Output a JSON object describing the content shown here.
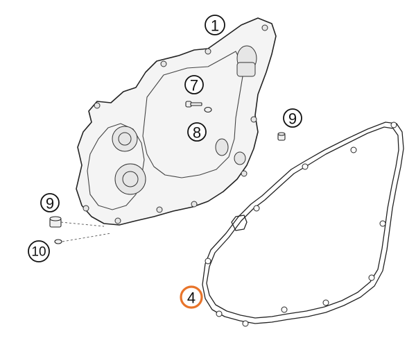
{
  "callouts": [
    {
      "id": "1",
      "label": "1",
      "highlight": false
    },
    {
      "id": "4",
      "label": "4",
      "highlight": true
    },
    {
      "id": "7",
      "label": "7",
      "highlight": false
    },
    {
      "id": "8",
      "label": "8",
      "highlight": false
    },
    {
      "id": "9a",
      "label": "9",
      "highlight": false
    },
    {
      "id": "9b",
      "label": "9",
      "highlight": false
    },
    {
      "id": "10",
      "label": "10",
      "highlight": false
    }
  ],
  "colors": {
    "highlight": "#e8742a",
    "line": "#222222",
    "fill": "#f4f4f4"
  }
}
